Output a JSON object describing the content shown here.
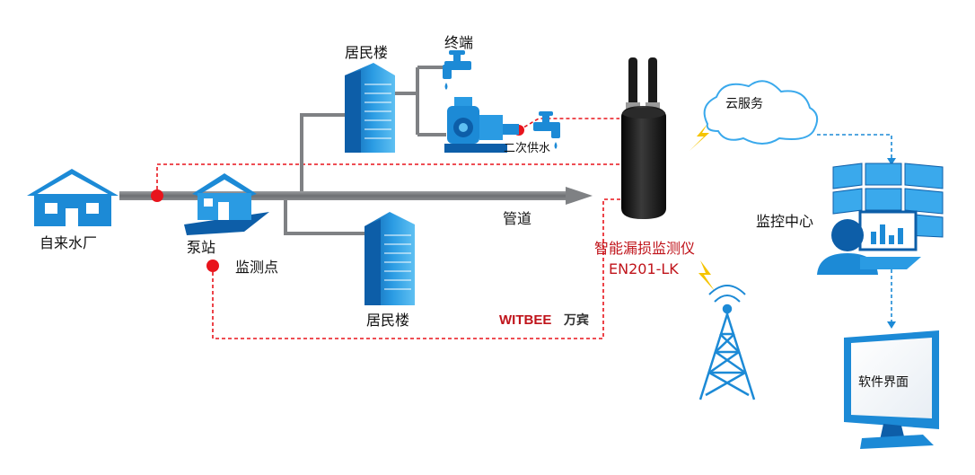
{
  "labels": {
    "waterworks": "自来水厂",
    "pump_station": "泵站",
    "monitor_point": "监测点",
    "residential_top": "居民楼",
    "residential_bottom": "居民楼",
    "terminal": "终端",
    "secondary_supply": "二次供水",
    "pipeline": "管道",
    "device_name": "智能漏损监测仪",
    "device_model": "EN201-LK",
    "cloud_service": "云服务",
    "monitor_center": "监控中心",
    "software_ui": "软件界面"
  },
  "brand": {
    "name": "WITBEE",
    "suffix": "万宾"
  },
  "colors": {
    "blue": "#1c8ad6",
    "light_blue": "#3aa9ec",
    "dark_blue": "#0d5ea8",
    "red_dot": "#e8141c",
    "red_text": "#c0141b",
    "pipe": "#7f8184",
    "lightning": "#f5c400",
    "device": "#1b1b1b"
  }
}
